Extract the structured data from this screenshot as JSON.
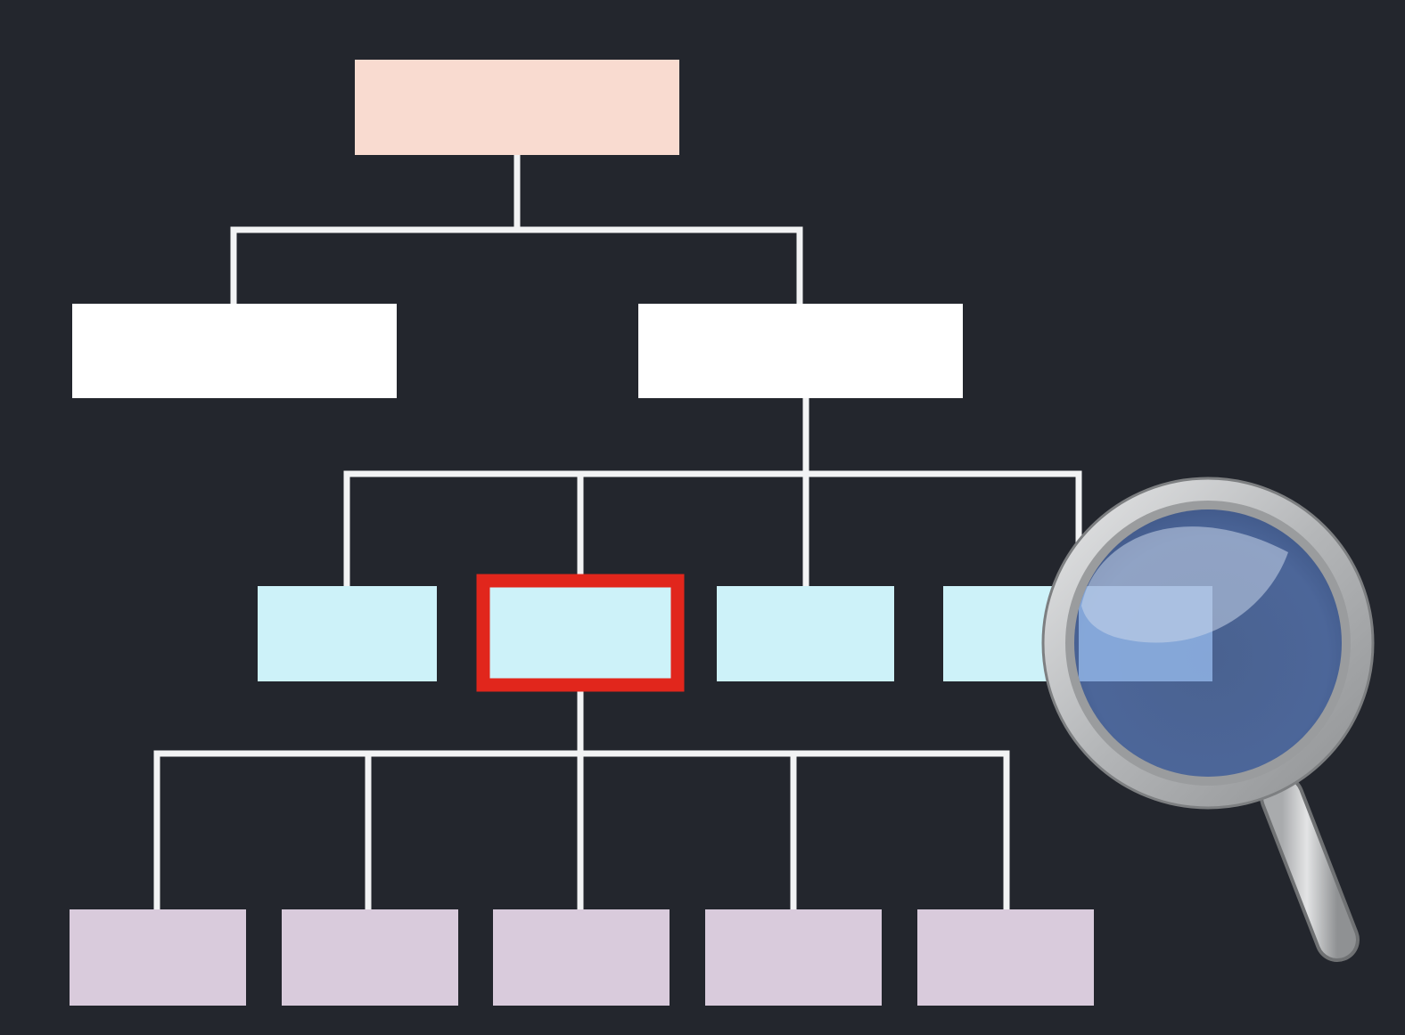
{
  "colors": {
    "background": "#23262d",
    "connector": "#f2f3f4",
    "root_box": "#f9dbd0",
    "level2_box": "#ffffff",
    "level3_box": "#cdf2f9",
    "level4_box": "#d9cbdc",
    "highlight_border": "#e1261c",
    "lens_glass": "#4e6594",
    "lens_rim": "#b9bbbd"
  },
  "diagram": {
    "levels": [
      {
        "level": 1,
        "box_count": 1,
        "color": "#f9dbd0"
      },
      {
        "level": 2,
        "box_count": 2,
        "color": "#ffffff"
      },
      {
        "level": 3,
        "box_count": 4,
        "color": "#cdf2f9"
      },
      {
        "level": 4,
        "box_count": 5,
        "color": "#d9cbdc"
      }
    ],
    "highlighted_box": "level3-box-2",
    "icon": "magnifying-glass-icon"
  }
}
